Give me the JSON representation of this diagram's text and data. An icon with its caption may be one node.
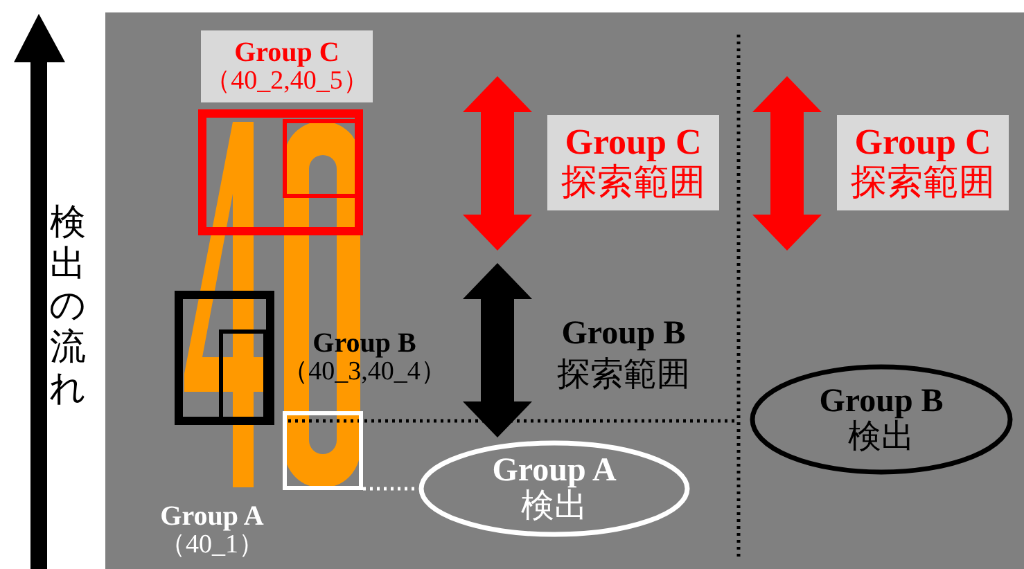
{
  "diagram": {
    "nodes": [
      {
        "text": [],
        "shape": "box",
        "beside": [
          "Group C",
          "（40_2,40_5）"
        ]
      },
      {
        "text": [],
        "shape": "box",
        "in": 0
      },
      {
        "text": [
          "Group C",
          "探索範囲"
        ]
      },
      {
        "text": [
          "Group C",
          "探索範囲"
        ]
      },
      {
        "text": [],
        "shape": "box",
        "beside": [
          "Group B",
          "（40_3,40_4）"
        ]
      },
      {
        "text": [],
        "shape": "box",
        "in": 4
      },
      {
        "text": [],
        "shape": "box",
        "beside": [
          "Group A",
          "（40_1）"
        ]
      },
      {
        "text": [
          "Group B",
          "検出"
        ]
      },
      {
        "text": [
          "Group A",
          "検出"
        ]
      }
    ],
    "edges": [
      {
        "from": 6,
        "to": 8,
        "arrow": "none",
        "style": "dashed",
        "color": "#ffffff"
      }
    ],
    "labels": [
      "検出の流れ",
      "Group B",
      "探索範囲"
    ]
  }
}
